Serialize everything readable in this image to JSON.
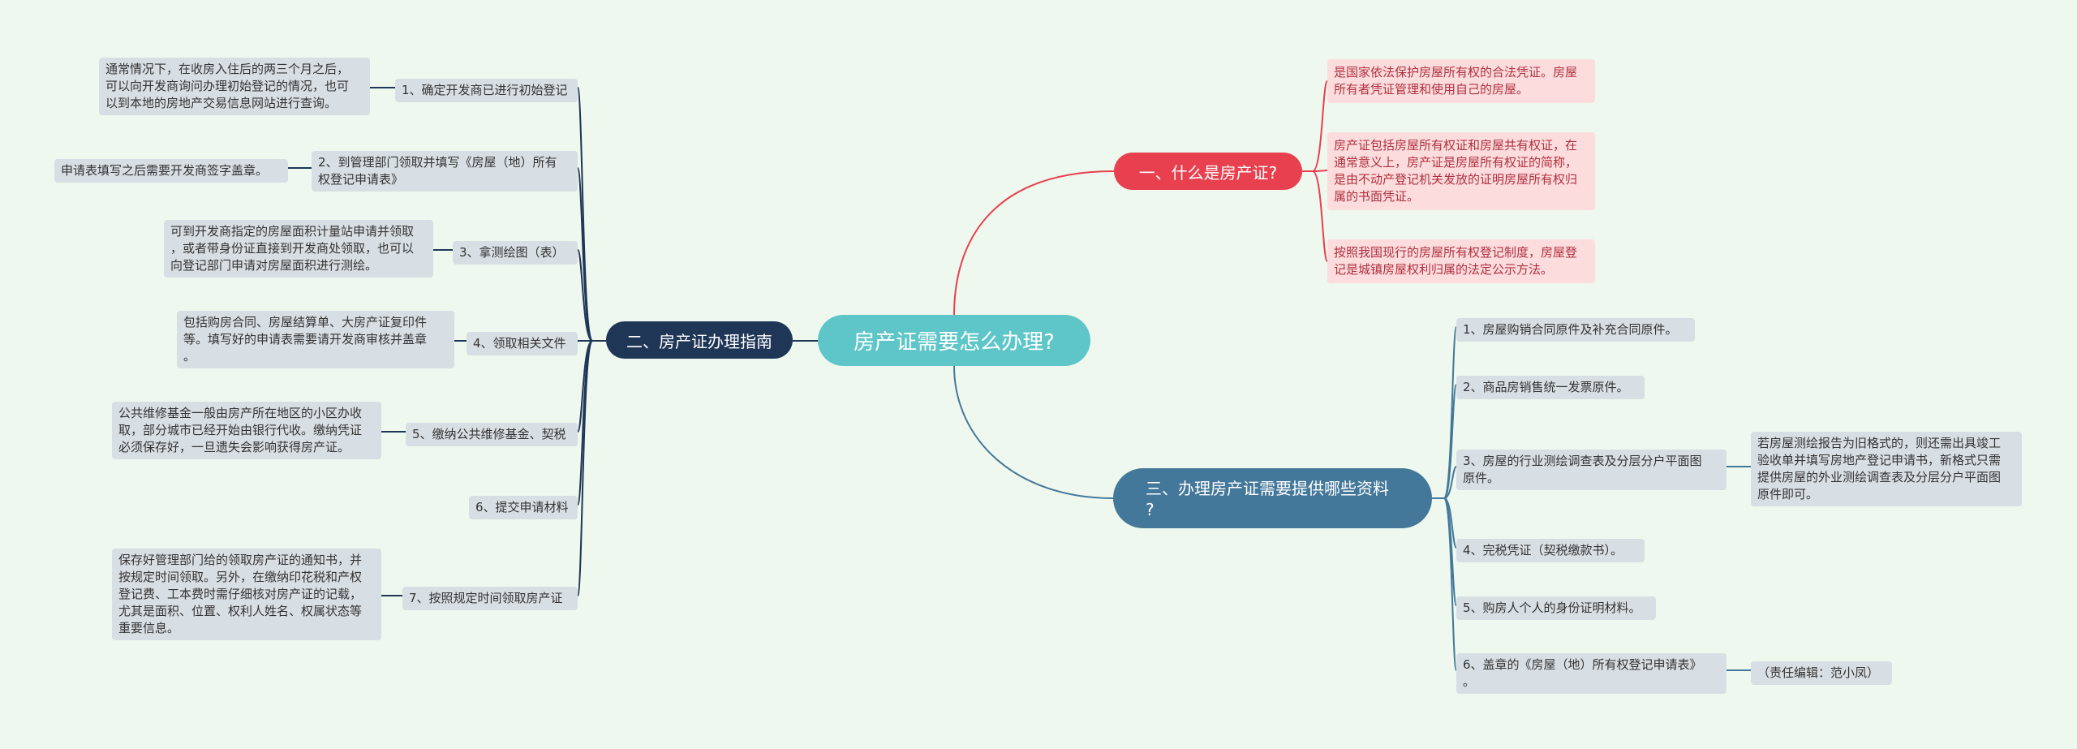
{
  "root": "房产证需要怎么办理?",
  "branch1": {
    "title": "一、什么是房产证?",
    "items": [
      "是国家依法保护房屋所有权的合法凭证。房屋\n所有者凭证管理和使用自己的房屋。",
      "房产证包括房屋所有权证和房屋共有权证，在\n通常意义上，房产证是房屋所有权证的简称，\n是由不动产登记机关发放的证明房屋所有权归\n属的书面凭证。",
      "按照我国现行的房屋所有权登记制度，房屋登\n记是城镇房屋权利归属的法定公示方法。"
    ]
  },
  "branch2": {
    "title": "二、房产证办理指南",
    "steps": [
      {
        "label": "1、确定开发商已进行初始登记",
        "note": "通常情况下，在收房入住后的两三个月之后，\n可以向开发商询问办理初始登记的情况，也可\n以到本地的房地产交易信息网站进行查询。"
      },
      {
        "label": "2、到管理部门领取并填写《房屋（地）所有\n权登记申请表》",
        "note": "申请表填写之后需要开发商签字盖章。"
      },
      {
        "label": "3、拿测绘图（表）",
        "note": "可到开发商指定的房屋面积计量站申请并领取\n，或者带身份证直接到开发商处领取，也可以\n向登记部门申请对房屋面积进行测绘。"
      },
      {
        "label": "4、领取相关文件",
        "note": "包括购房合同、房屋结算单、大房产证复印件\n等。填写好的申请表需要请开发商审核并盖章\n。"
      },
      {
        "label": "5、缴纳公共维修基金、契税",
        "note": "公共维修基金一般由房产所在地区的小区办收\n取，部分城市已经开始由银行代收。缴纳凭证\n必须保存好，一旦遗失会影响获得房产证。"
      },
      {
        "label": "6、提交申请材料",
        "note": ""
      },
      {
        "label": "7、按照规定时间领取房产证",
        "note": "保存好管理部门给的领取房产证的通知书，并\n按规定时间领取。另外，在缴纳印花税和产权\n登记费、工本费时需仔细核对房产证的记载，\n尤其是面积、位置、权利人姓名、权属状态等\n重要信息。"
      }
    ]
  },
  "branch3": {
    "title": "三、办理房产证需要提供哪些资料\n?",
    "items": [
      {
        "label": "1、房屋购销合同原件及补充合同原件。",
        "note": ""
      },
      {
        "label": "2、商品房销售统一发票原件。",
        "note": ""
      },
      {
        "label": "3、房屋的行业测绘调查表及分层分户平面图\n原件。",
        "note": "若房屋测绘报告为旧格式的，则还需出具竣工\n验收单并填写房地产登记申请书，新格式只需\n提供房屋的外业测绘调查表及分层分户平面图\n原件即可。"
      },
      {
        "label": "4、完税凭证（契税缴款书）。",
        "note": ""
      },
      {
        "label": "5、购房人个人的身份证明材料。",
        "note": ""
      },
      {
        "label": "6、盖章的《房屋（地）所有权登记申请表》\n。",
        "note": "（责任编辑：范小凤）"
      }
    ]
  },
  "colors": {
    "background": "#eef8ee",
    "root": "#5ec6c8",
    "branch1": "#e8404e",
    "branch2": "#1f3657",
    "branch3": "#43789a",
    "leaf_grey": "#d8dfe4",
    "leaf_pink": "#fcdcdc"
  }
}
